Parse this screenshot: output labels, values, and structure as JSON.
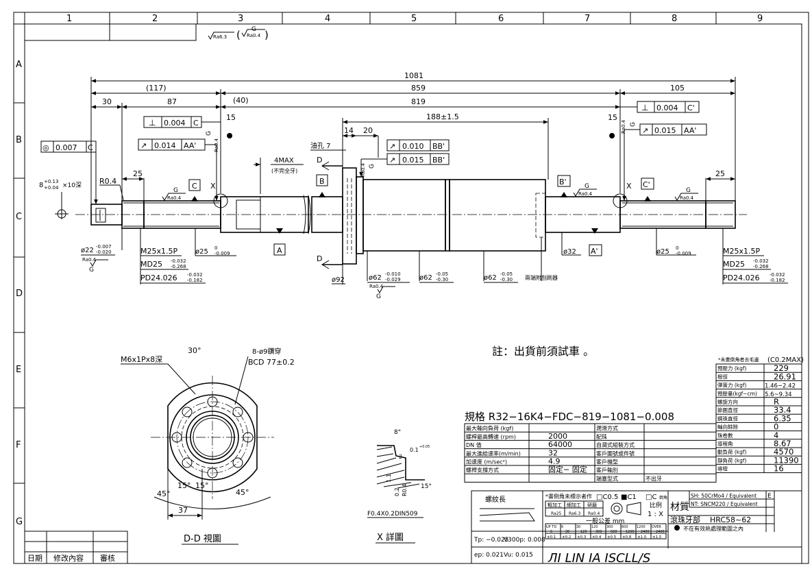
{
  "frame": {
    "cols": [
      "1",
      "2",
      "3",
      "4",
      "5",
      "6",
      "7",
      "8",
      "9"
    ],
    "rows": [
      "A",
      "B",
      "C",
      "D",
      "E",
      "F",
      "G"
    ]
  },
  "top_note": {
    "roughness": "Ra6.3",
    "paren_roughness": "Ra0.4",
    "paren_letter": "G"
  },
  "dims": {
    "overall": "1081",
    "left_end": "(117)",
    "thread_len": "859",
    "d105": "105",
    "d30": "30",
    "d87": "87",
    "d40": "(40)",
    "d819": "819",
    "d15l": "15",
    "d15r": "15",
    "nut_len": "188±1.5",
    "d14": "14",
    "d20": "20",
    "oil_hole": "油孔 7",
    "d25l": "25",
    "d25r": "25",
    "r04": "R0.4",
    "maxnote": "4MAX",
    "maxnote2": "(不完全牙)",
    "tap": "8",
    "tap_tol_up": "+0.13",
    "tap_tol_lo": "+0.04",
    "tap_depth": "×10深"
  },
  "tolerance_frames": {
    "perp_left": {
      "sym": "⊥",
      "val": "0.004",
      "ref": "C"
    },
    "conc_left": {
      "sym": "◎",
      "val": "0.007",
      "ref": "C"
    },
    "runout_left": {
      "sym": "↗",
      "val": "0.014",
      "ref": "AA'"
    },
    "runout_bb1": {
      "sym": "↗",
      "val": "0.010",
      "ref": "BB'"
    },
    "runout_bb2": {
      "sym": "↗",
      "val": "0.015",
      "ref": "BB'"
    },
    "perp_right": {
      "sym": "⊥",
      "val": "0.004",
      "ref": "C'"
    },
    "runout_right": {
      "sym": "↗",
      "val": "0.015",
      "ref": "AA'"
    }
  },
  "datums": {
    "c": "C",
    "b": "B",
    "a": "A",
    "b2": "B'",
    "a2": "A'",
    "c2": "C'",
    "x1": "X",
    "x2": "X",
    "d1": "D",
    "d2": "D"
  },
  "roughness_labels": {
    "g": "G",
    "ra": "Ra0.4"
  },
  "diameters": {
    "d22": "ø22",
    "d22_up": "-0.007",
    "d22_lo": "-0.020",
    "m25l": "M25x1.5P",
    "md25l": "MD25",
    "md_up": "-0.032",
    "md_lo": "-0.268",
    "pd24l": "PD24.026",
    "pd_up": "-0.032",
    "pd_lo": "-0.182",
    "d25a": "ø25",
    "d25a_up": "0",
    "d25a_lo": "-0.009",
    "d92": "ø92",
    "d62a": "ø62",
    "d62a_up": "-0.010",
    "d62a_lo": "-0.029",
    "d62b": "ø62",
    "d62b_up": "-0.05",
    "d62b_lo": "-0.30",
    "d62c": "ø62",
    "d62c_up": "-0.05",
    "d62c_lo": "-0.30",
    "wiper": "兩端附刮刷器",
    "d32": "ø32",
    "d25b": "ø25",
    "d25b_up": "0",
    "d25b_lo": "-0.009",
    "m25r": "M25x1.5P",
    "md25r": "MD25",
    "pd24r": "PD24.026"
  },
  "flange_view": {
    "m6": "M6x1Px8深",
    "angle30": "30°",
    "holes": "8-ø9鑽穿",
    "bcd": "BCD 77±0.2",
    "a15a": "15°",
    "a15b": "15°",
    "a45a": "45°",
    "a45b": "45°",
    "d37": "37",
    "title": "D-D  視圖"
  },
  "detail_x": {
    "a8": "8°",
    "r01": "0.1",
    "r01_tol": "+0.05",
    "d2": "2",
    "d11": "1.1",
    "d02": "0.2",
    "r04": "R0.4",
    "a15": "15°",
    "spec": "F0.4X0.2DIN509",
    "title": "X  詳圖"
  },
  "note": "註：出貨前須試車 。",
  "spec_title": "規格  R32−16K4−FDC−819−1081−0.008",
  "left_table": [
    [
      "最大軸向負荷  (kgf)",
      "",
      "潤滑方式",
      ""
    ],
    [
      "螺桿最高轉速  (rpm)",
      "2000",
      "配珠",
      ""
    ],
    [
      "DN 值",
      "64000",
      "自潤式組裝方式",
      ""
    ],
    [
      "最大進給速率(m/min)",
      "32",
      "客戶圖號或件號",
      ""
    ],
    [
      "加速度   (m/sec²)",
      "4.9",
      "客戶機型",
      ""
    ],
    [
      "螺桿支撐方式",
      "固定− 固定",
      "客戶軸別",
      ""
    ],
    [
      "",
      "",
      "端塞型式",
      "不出牙"
    ]
  ],
  "right_table": {
    "header": "*未畫倒角者去毛邊",
    "header_val": "(C0.2MAX)",
    "rows": [
      [
        "預壓力 (kgf)",
        "229"
      ],
      [
        "根徑",
        "26.91"
      ],
      [
        "彈簧力 (kgf)",
        "1.46~2.42"
      ],
      [
        "預壓量(kgf−cm)",
        "5.6~9.34"
      ],
      [
        "螺旋方向",
        "R"
      ],
      [
        "節圓直徑",
        "33.4"
      ],
      [
        "鋼珠直徑",
        "6.35"
      ],
      [
        "軸向餘隙",
        "0"
      ],
      [
        "珠卷數",
        "4"
      ],
      [
        "導程角",
        "8.67"
      ],
      [
        "動負荷 (kgf)",
        "4570"
      ],
      [
        "靜負荷 (kgf)",
        "11390"
      ],
      [
        "導程",
        "16"
      ]
    ]
  },
  "title_block": {
    "thread_len": "螺紋長",
    "chamfer_note": "*畫倒角未標示者作",
    "c05": "□C0.5",
    "c1": "■C1",
    "c_other": "□C",
    "c_other2": "倒角",
    "rough": "粗加工",
    "fine": "細加工",
    "grind": "研磨",
    "ra25": "Ra25",
    "ra63": "Ra6.3",
    "ra04": "Ra0.4",
    "scale_label": "比例",
    "scale": "1 : X",
    "gen_tol": "一般公差  mm",
    "tol_head": [
      "UP TO",
      "6",
      "30",
      "120",
      "300",
      "600",
      "1200",
      "OVER"
    ],
    "tol_head2": [
      "6",
      "30",
      "120",
      "300",
      "600",
      "1200",
      "2400",
      "2400"
    ],
    "tol_vals": [
      "±0.1",
      "±0.2",
      "±0.3",
      "±0.4",
      "±0.5",
      "±0.8",
      "±1.0",
      "±1.5"
    ],
    "tp": "Tp: −0.025",
    "v300": "V300p: 0.008",
    "ep": "ep: 0.021",
    "vu": "Vu: 0.015",
    "material_label": "材質",
    "mat1": "SH: 50CrMo4 / Equivalent",
    "mat1_code": "E",
    "mat2": "NT: SNCM220 / Equivalent",
    "ball_label": "滾珠牙部",
    "hrc": "HRC58~62",
    "proj": "不在有效熱處理範圍之內",
    "company": "ЛІ LIN  IA ISCLL/S"
  },
  "revision": {
    "date": "日期",
    "content": "修改內容",
    "review": "審核"
  }
}
